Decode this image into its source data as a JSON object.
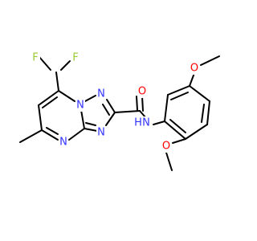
{
  "colors": {
    "background": "#ffffff",
    "bond": "#000000",
    "carbon": "#000000",
    "nitrogen": "#3333ff",
    "oxygen": "#ff0000",
    "fluorine": "#99cc33"
  },
  "atoms": {
    "F1": "F",
    "F2": "F",
    "N_bridge": "N",
    "N_triazole_top": "N",
    "N_triazole_bottom": "N",
    "N_pyrimidine": "N",
    "N_amide": "N",
    "H_amide": "H",
    "O_carbonyl": "O",
    "O_methoxy_top": "O",
    "O_methoxy_bottom": "O"
  }
}
